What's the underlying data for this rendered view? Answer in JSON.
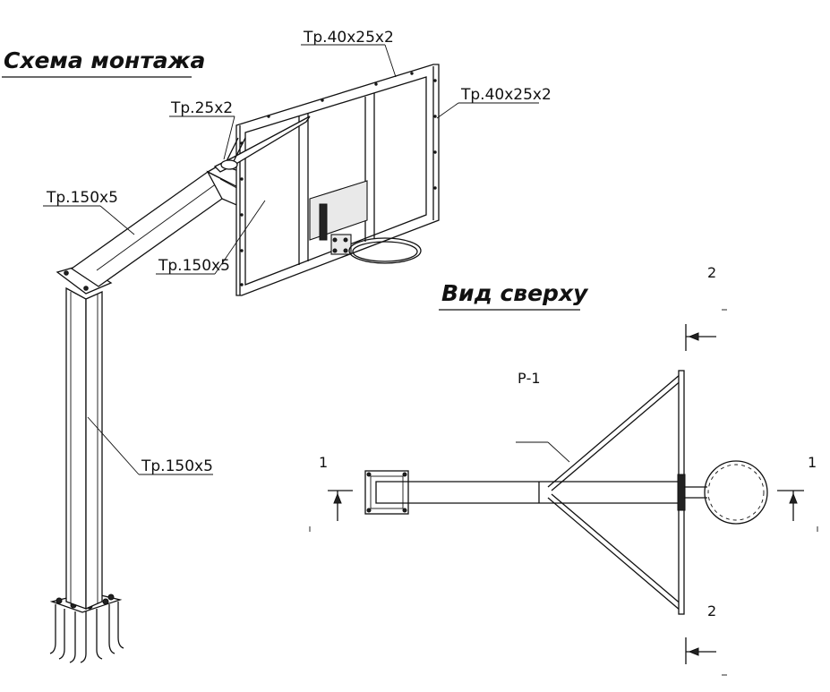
{
  "headings": {
    "assembly": "Схема монтажа",
    "top_view": "Вид сверху"
  },
  "labels": {
    "backboard_frame_top": "Тр.40х25х2",
    "backboard_frame_side": "Тр.40х25х2",
    "brace": "Тр.25х2",
    "arm_upper": "Тр.150х5",
    "arm_lower": "Тр.150х5",
    "post": "Тр.150х5"
  },
  "top_view": {
    "part_mark": "Р-1",
    "section_1_left": "1",
    "section_1_right": "1",
    "section_2_top": "2",
    "section_2_bottom": "2"
  }
}
